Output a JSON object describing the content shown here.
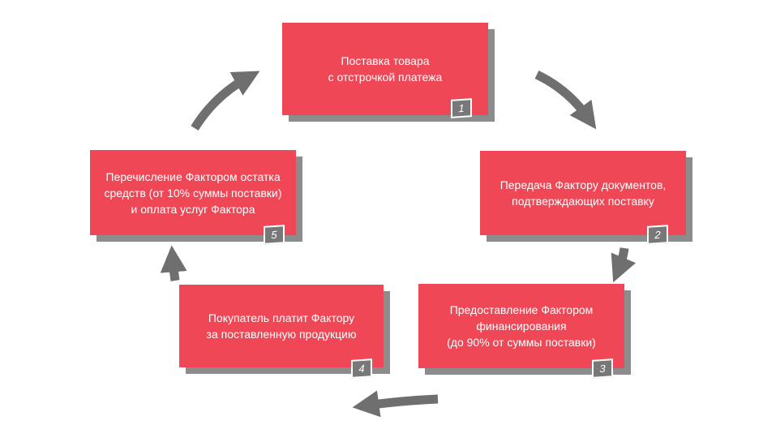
{
  "colors": {
    "box": "#ef4755",
    "shadow": "#8c8c8c",
    "badge": "#787878",
    "arrow": "#6f6f6f"
  },
  "steps": [
    {
      "number": "1",
      "text": "Поставка товара\nс отстрочкой платежа"
    },
    {
      "number": "2",
      "text": "Передача Фактору документов,\nподтверждающих поставку"
    },
    {
      "number": "3",
      "text": "Предоставление Фактором\nфинансирования\n(до 90% от суммы поставки)"
    },
    {
      "number": "4",
      "text": "Покупатель платит Фактору\nза поставленную продукцию"
    },
    {
      "number": "5",
      "text": "Перечисление Фактором остатка\nсредств (от 10% суммы поставки)\nи оплата услуг Фактора"
    }
  ],
  "arrows": [
    "arrow-right",
    "arrow-down",
    "arrow-left",
    "arrow-up",
    "arrow-up"
  ]
}
